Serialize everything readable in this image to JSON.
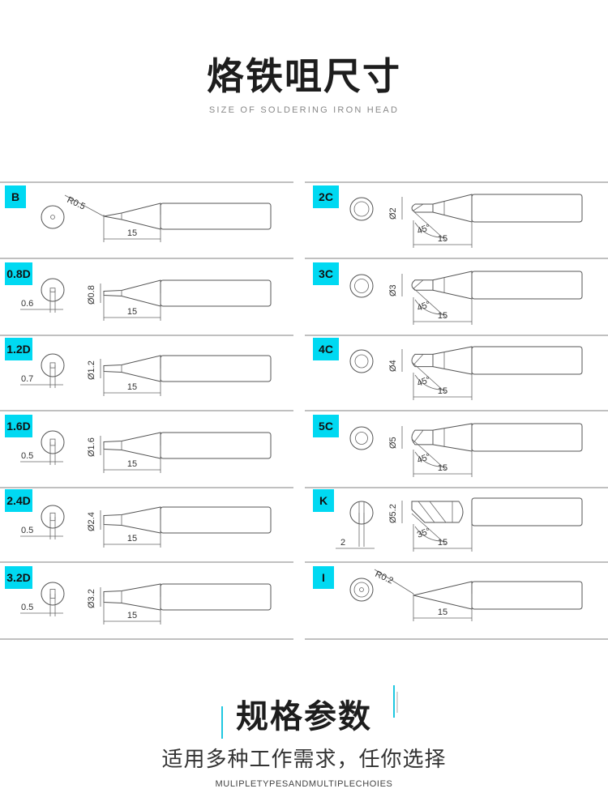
{
  "header": {
    "title": "烙铁咀尺寸",
    "subtitle": "SIZE OF SOLDERING IRON HEAD"
  },
  "tips_left": [
    {
      "tag": "B",
      "type": "conical",
      "radius_label": "R0.5",
      "length_label": "15"
    },
    {
      "tag": "0.8D",
      "type": "D",
      "dia_label": "Ø0.8",
      "thick_label": "0.6",
      "length_label": "15"
    },
    {
      "tag": "1.2D",
      "type": "D",
      "dia_label": "Ø1.2",
      "thick_label": "0.7",
      "length_label": "15"
    },
    {
      "tag": "1.6D",
      "type": "D",
      "dia_label": "Ø1.6",
      "thick_label": "0.5",
      "length_label": "15"
    },
    {
      "tag": "2.4D",
      "type": "D",
      "dia_label": "Ø2.4",
      "thick_label": "0.5",
      "length_label": "15"
    },
    {
      "tag": "3.2D",
      "type": "D",
      "dia_label": "Ø3.2",
      "thick_label": "0.5",
      "length_label": "15"
    }
  ],
  "tips_right": [
    {
      "tag": "2C",
      "type": "C",
      "dia_label": "Ø2",
      "angle_label": "45°",
      "length_label": "15"
    },
    {
      "tag": "3C",
      "type": "C",
      "dia_label": "Ø3",
      "angle_label": "45°",
      "length_label": "15"
    },
    {
      "tag": "4C",
      "type": "C",
      "dia_label": "Ø4",
      "angle_label": "45°",
      "length_label": "15"
    },
    {
      "tag": "5C",
      "type": "C",
      "dia_label": "Ø5",
      "angle_label": "45°",
      "length_label": "15"
    },
    {
      "tag": "K",
      "type": "K",
      "dia_label": "Ø5.2",
      "angle_label": "35°",
      "thick_label": "2",
      "length_label": "15"
    },
    {
      "tag": "I",
      "type": "conical",
      "radius_label": "R0.2",
      "length_label": "15"
    }
  ],
  "footer": {
    "title": "规格参数",
    "subtitle": "适用多种工作需求，任你选择",
    "english": "MULIPLETYPESANDMULTIPLECHOIES"
  },
  "colors": {
    "tag_bg": "#00d9f2",
    "line": "#555555",
    "separator": "#9a9a9a"
  }
}
